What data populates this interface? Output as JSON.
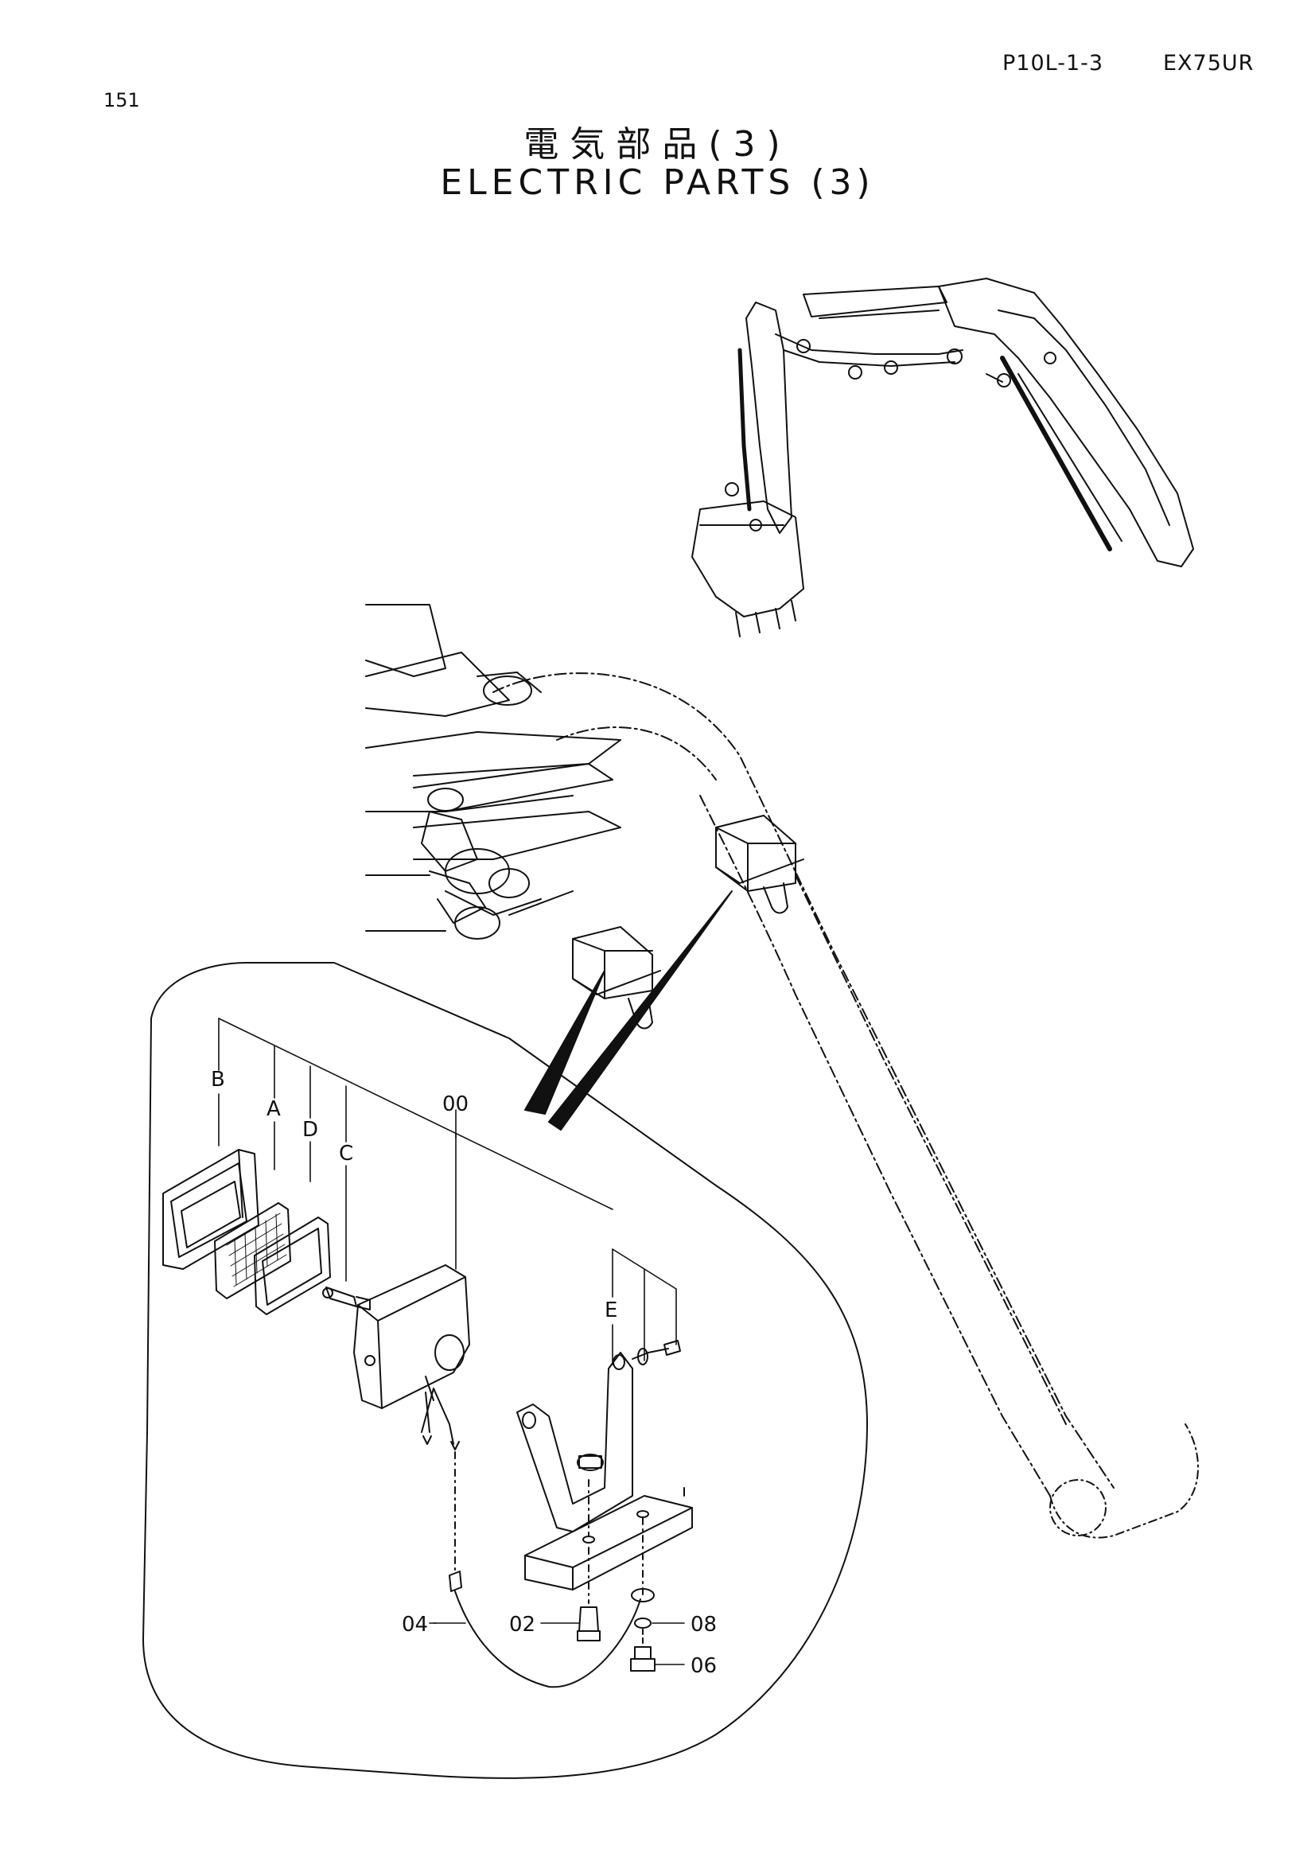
{
  "header": {
    "page_number": "151",
    "section_code": "P10L-1-3",
    "model": "EX75UR",
    "title_jp": "電気部品(3)",
    "title_en": "ELECTRIC PARTS (3)"
  },
  "callouts": {
    "B": "B",
    "A": "A",
    "D": "D",
    "C": "C",
    "p00": "00",
    "E": "E",
    "p04": "04",
    "p02": "02",
    "p08": "08",
    "p06": "06"
  }
}
